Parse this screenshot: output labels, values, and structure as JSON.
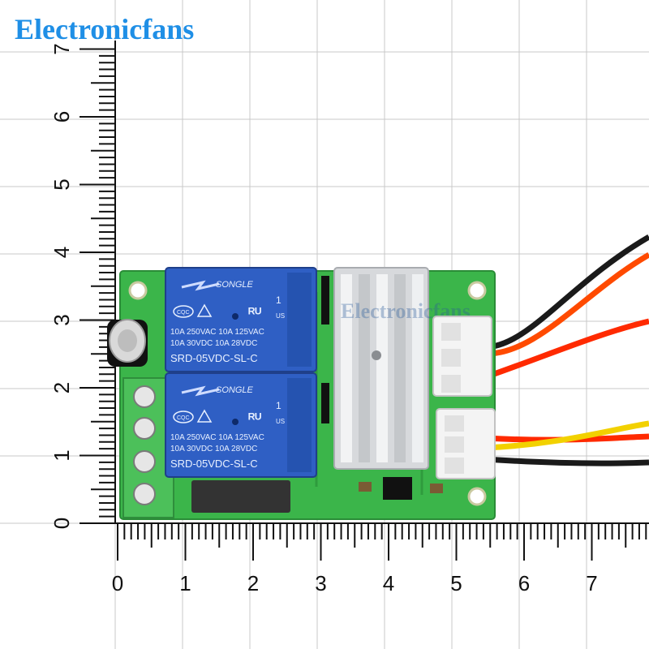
{
  "brand": {
    "logo_text": "Electronicfans",
    "watermark_text": "Electronicfans"
  },
  "ruler": {
    "x_labels": [
      "0",
      "1",
      "2",
      "3",
      "4",
      "5",
      "6",
      "7"
    ],
    "y_labels": [
      "0",
      "1",
      "2",
      "3",
      "4",
      "5",
      "6",
      "7"
    ]
  },
  "relays": [
    {
      "maker": "SONGLE",
      "number": "1",
      "spec_line1": "10A 250VAC  10A 125VAC",
      "spec_line2": "10A  30VDC  10A  28VDC",
      "model": "SRD-05VDC-SL-C",
      "cqc": "CQC",
      "us": "US"
    },
    {
      "maker": "SONGLE",
      "number": "1",
      "spec_line1": "10A 250VAC  10A 125VAC",
      "spec_line2": "10A  30VDC  10A  28VDC",
      "model": "SRD-05VDC-SL-C",
      "cqc": "CQC",
      "us": "US"
    }
  ],
  "colors": {
    "pcb": "#3bb54a",
    "relay": "#2f5fc4",
    "terminal": "#4cc05a",
    "heatsink": "#d6d8db",
    "wire_red": "#ff2a00",
    "wire_black": "#1a1a1a",
    "wire_yellow": "#f2d100",
    "wire_orange": "#ff5a00",
    "grid": "#c9c9c9"
  }
}
